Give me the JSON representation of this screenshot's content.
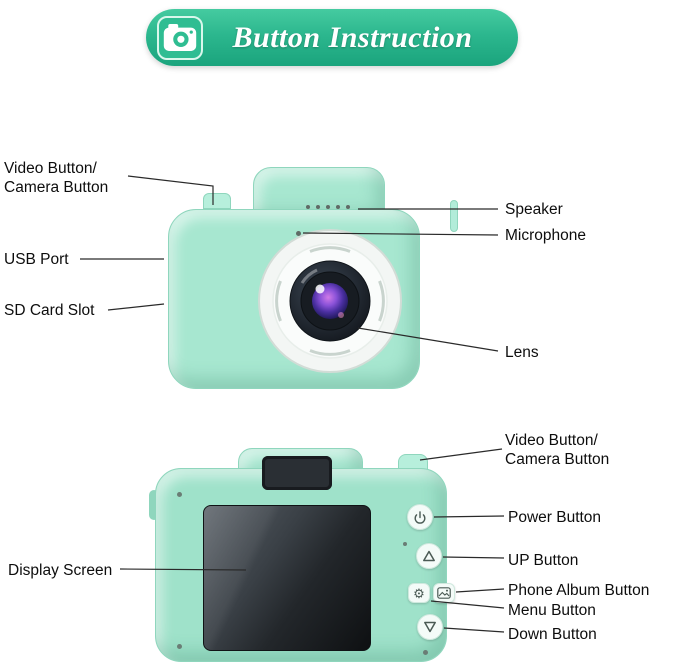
{
  "banner": {
    "title": "Button Instruction"
  },
  "front": {
    "labels": {
      "video_camera": "Video Button/\nCamera Button",
      "usb": "USB Port",
      "sd": "SD Card Slot",
      "speaker": "Speaker",
      "microphone": "Microphone",
      "lens": "Lens"
    }
  },
  "back": {
    "labels": {
      "video_camera": "Video Button/\nCamera Button",
      "power": "Power Button",
      "up": "UP Button",
      "album": "Phone Album Button",
      "menu": "Menu Button",
      "down": "Down Button",
      "display": "Display Screen"
    }
  },
  "icons": {
    "gear": "⚙"
  },
  "colors": {
    "banner_green": "#2cb78e",
    "body_mint": "#a7e7d0",
    "screen_dark": "#23272b",
    "lens_purple": "#4a2fa0"
  }
}
